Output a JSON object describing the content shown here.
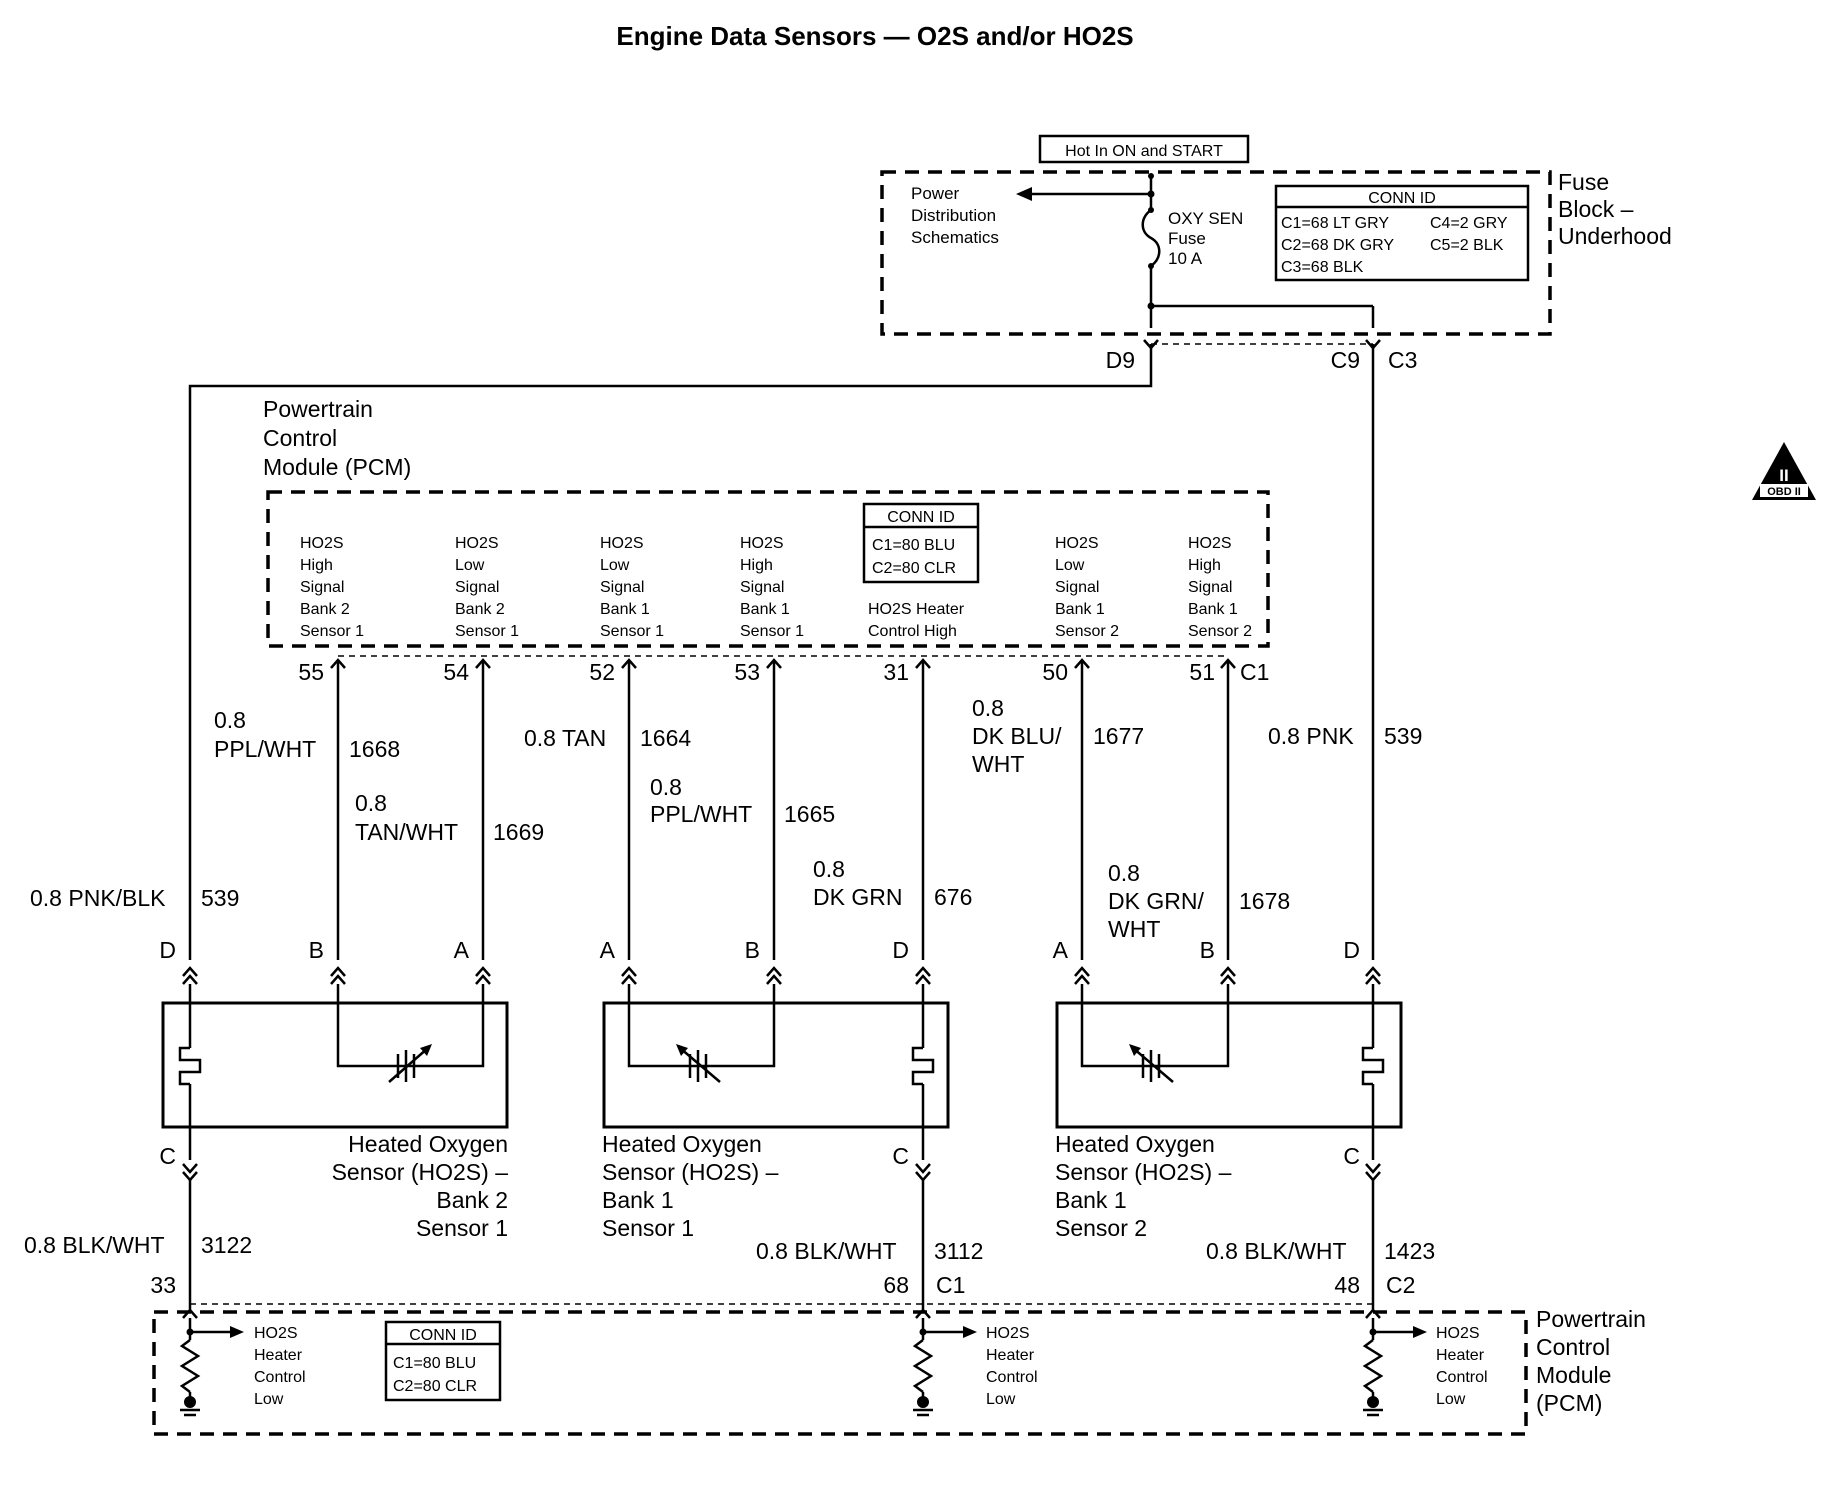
{
  "title": "Engine Data Sensors — O2S and/or HO2S",
  "fuse_block": {
    "hot_label": "Hot In ON and START",
    "name": [
      "Fuse",
      "Block –",
      "Underhood"
    ],
    "power_dist": [
      "Power",
      "Distribution",
      "Schematics"
    ],
    "fuse": [
      "OXY SEN",
      "Fuse",
      "10 A"
    ],
    "conn_id": {
      "title": "CONN ID",
      "rows": [
        [
          "C1=68 LT GRY",
          "C4=2 GRY"
        ],
        [
          "C2=68 DK GRY",
          "C5=2 BLK"
        ],
        [
          "C3=68 BLK",
          ""
        ]
      ]
    },
    "pins": {
      "d9": "D9",
      "c9": "C9",
      "c3": "C3"
    }
  },
  "pcm_top": {
    "name": [
      "Powertrain",
      "Control",
      "Module (PCM)"
    ],
    "conn_id": {
      "title": "CONN ID",
      "rows": [
        "C1=80 BLU",
        "C2=80 CLR"
      ]
    },
    "terminals": [
      {
        "label": [
          "HO2S",
          "High",
          "Signal",
          "Bank 2",
          "Sensor 1"
        ],
        "pin": "55"
      },
      {
        "label": [
          "HO2S",
          "Low",
          "Signal",
          "Bank 2",
          "Sensor 1"
        ],
        "pin": "54"
      },
      {
        "label": [
          "HO2S",
          "Low",
          "Signal",
          "Bank 1",
          "Sensor 1"
        ],
        "pin": "52"
      },
      {
        "label": [
          "HO2S",
          "High",
          "Signal",
          "Bank 1",
          "Sensor 1"
        ],
        "pin": "53"
      },
      {
        "label": [
          "HO2S Heater",
          "Control High"
        ],
        "pin": "31"
      },
      {
        "label": [
          "HO2S",
          "Low",
          "Signal",
          "Bank 1",
          "Sensor 2"
        ],
        "pin": "50"
      },
      {
        "label": [
          "HO2S",
          "High",
          "Signal",
          "Bank 1",
          "Sensor 2"
        ],
        "pin": "51"
      }
    ],
    "connector": "C1"
  },
  "wires": [
    {
      "gauge_color": [
        "0.8",
        "PPL/WHT"
      ],
      "circuit": "1668"
    },
    {
      "gauge_color": [
        "0.8",
        "TAN/WHT"
      ],
      "circuit": "1669"
    },
    {
      "gauge_color": [
        "0.8 TAN"
      ],
      "circuit": "1664"
    },
    {
      "gauge_color": [
        "0.8",
        "PPL/WHT"
      ],
      "circuit": "1665"
    },
    {
      "gauge_color": [
        "0.8",
        "DK GRN"
      ],
      "circuit": "676"
    },
    {
      "gauge_color": [
        "0.8",
        "DK BLU/",
        "WHT"
      ],
      "circuit": "1677"
    },
    {
      "gauge_color": [
        "0.8",
        "DK GRN/",
        "WHT"
      ],
      "circuit": "1678"
    },
    {
      "gauge_color": [
        "0.8 PNK"
      ],
      "circuit": "539"
    },
    {
      "gauge_color": [
        "0.8 PNK/BLK"
      ],
      "circuit": "539"
    }
  ],
  "sensors": [
    {
      "name": [
        "Heated Oxygen",
        "Sensor (HO2S) –",
        "Bank 2",
        "Sensor 1"
      ],
      "pins": [
        "D",
        "B",
        "A",
        "C"
      ]
    },
    {
      "name": [
        "Heated Oxygen",
        "Sensor (HO2S) –",
        "Bank 1",
        "Sensor 1"
      ],
      "pins": [
        "A",
        "B",
        "D",
        "C"
      ]
    },
    {
      "name": [
        "Heated Oxygen",
        "Sensor (HO2S) –",
        "Bank 1",
        "Sensor 2"
      ],
      "pins": [
        "A",
        "B",
        "D",
        "C"
      ]
    }
  ],
  "ground_wires": [
    {
      "gauge_color": "0.8 BLK/WHT",
      "circuit": "3122",
      "pin": "33",
      "connector": ""
    },
    {
      "gauge_color": "0.8 BLK/WHT",
      "circuit": "3112",
      "pin": "68",
      "connector": "C1"
    },
    {
      "gauge_color": "0.8 BLK/WHT",
      "circuit": "1423",
      "pin": "48",
      "connector": "C2"
    }
  ],
  "pcm_bottom": {
    "name": [
      "Powertrain",
      "Control",
      "Module",
      "(PCM)"
    ],
    "heater_low": [
      "HO2S",
      "Heater",
      "Control",
      "Low"
    ],
    "conn_id": {
      "title": "CONN ID",
      "rows": [
        "C1=80 BLU",
        "C2=80 CLR"
      ]
    }
  },
  "obd_symbol": "OBD II",
  "obd_numeral": "II"
}
